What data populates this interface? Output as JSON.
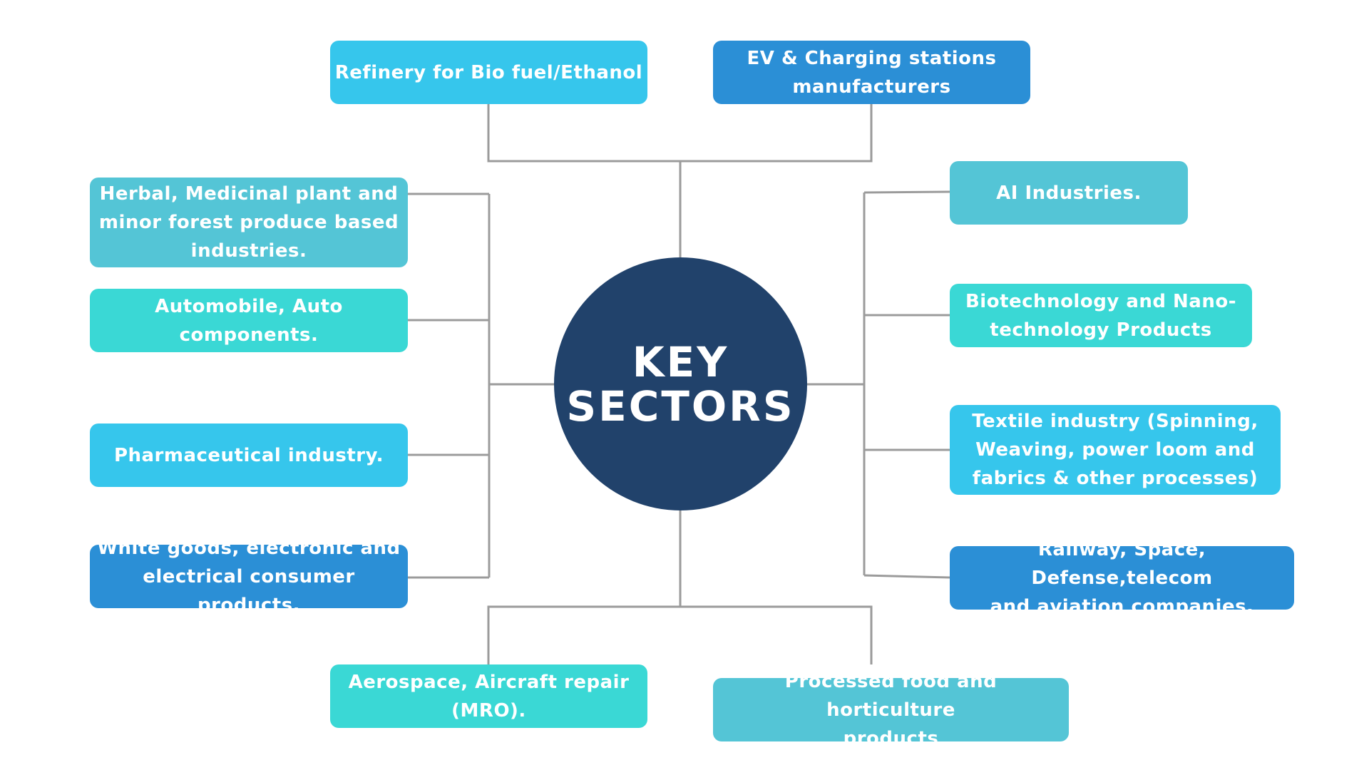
{
  "colors": {
    "center": "#21426b",
    "line": "#9b9b9b",
    "sky": "#36c6ec",
    "blue": "#2b8fd6",
    "teal": "#54c5d6",
    "turquoise": "#3ad8d5"
  },
  "center": {
    "label": "KEY\nSECTORS"
  },
  "sectors": {
    "refinery": "Refinery for Bio fuel/Ethanol",
    "ev": "EV & Charging stations\nmanufacturers",
    "herbal": "Herbal, Medicinal plant and\nminor forest produce based\nindustries.",
    "automobile": "Automobile, Auto components.",
    "pharma": "Pharmaceutical industry.",
    "white_goods": "White goods, electronic and\nelectrical consumer products.",
    "ai": "AI Industries.",
    "biotech": "Biotechnology and Nano-\ntechnology Products",
    "textile": "Textile industry (Spinning,\nWeaving, power loom and\nfabrics & other processes)",
    "railway": "Railway, Space, Defense,telecom\nand aviation companies.",
    "aerospace": "Aerospace, Aircraft repair\n(MRO).",
    "food": "Processed food and horticulture\nproducts"
  }
}
